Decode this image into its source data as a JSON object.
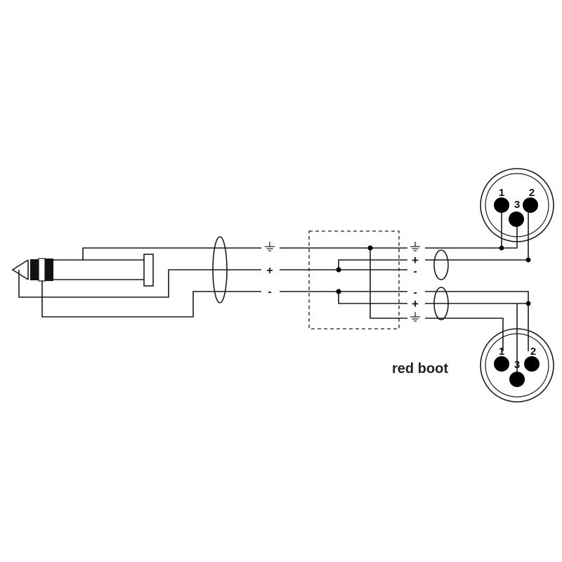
{
  "labels": {
    "plus": "+",
    "minus": "-",
    "caption": "red boot"
  },
  "connectors": {
    "xlr_top": {
      "pin1": "1",
      "pin2": "2",
      "pin3": "3"
    },
    "xlr_bottom": {
      "pin1": "1",
      "pin2": "2",
      "pin3": "3"
    }
  },
  "icons": {
    "ground": "ground-icon",
    "jack": "stereo-jack-plug-icon",
    "xlr": "xlr-connector-icon"
  }
}
